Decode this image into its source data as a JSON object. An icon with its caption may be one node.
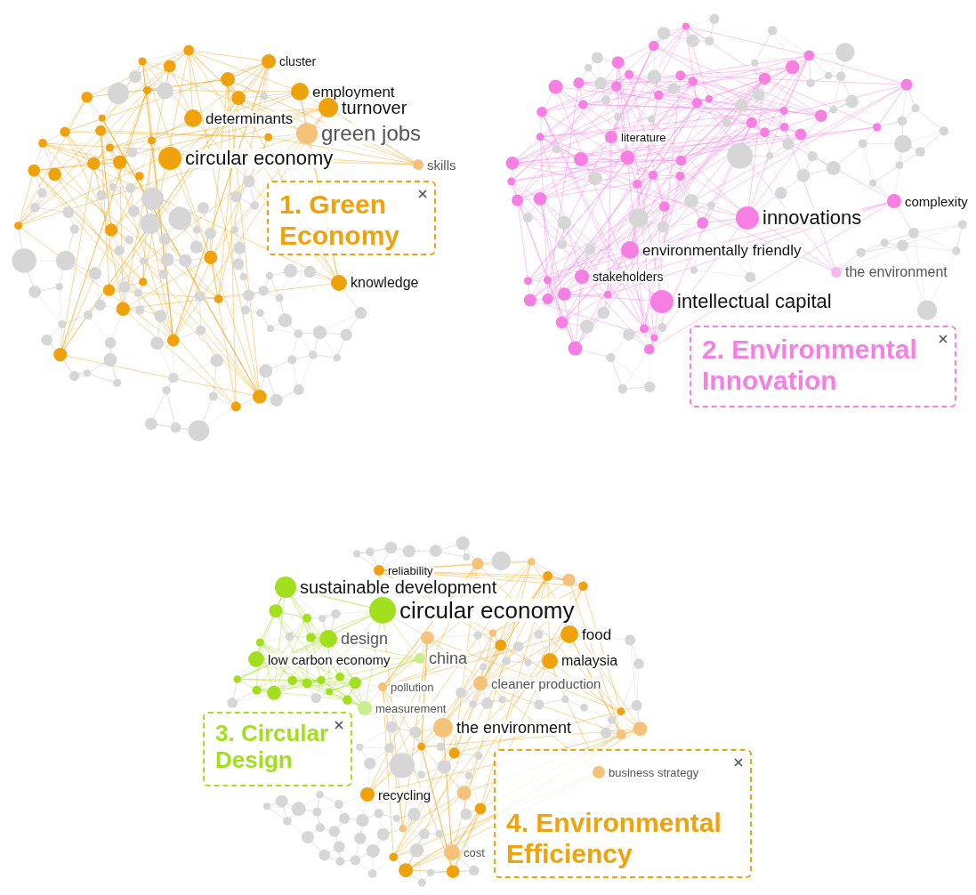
{
  "diagram": {
    "nodes": [
      {
        "text": [
          "cluster"
        ]
      },
      {
        "text": [
          "employment"
        ]
      },
      {
        "text": [
          "turnover"
        ]
      },
      {
        "text": [
          "determinants"
        ]
      },
      {
        "text": [
          "green jobs"
        ]
      },
      {
        "text": [
          "circular economy"
        ]
      },
      {
        "text": [
          "skills"
        ]
      },
      {
        "text": [
          "knowledge"
        ]
      },
      {
        "text": [
          "1. Green Economy"
        ]
      },
      {
        "text": [
          "literature"
        ]
      },
      {
        "text": [
          "innovations"
        ]
      },
      {
        "text": [
          "complexity"
        ]
      },
      {
        "text": [
          "environmentally friendly"
        ]
      },
      {
        "text": [
          "the environment"
        ]
      },
      {
        "text": [
          "stakeholders"
        ]
      },
      {
        "text": [
          "intellectual capital"
        ]
      },
      {
        "text": [
          "2. Environmental Innovation"
        ]
      },
      {
        "text": [
          "reliability"
        ]
      },
      {
        "text": [
          "sustainable development"
        ]
      },
      {
        "text": [
          "circular economy"
        ]
      },
      {
        "text": [
          "food"
        ]
      },
      {
        "text": [
          "design"
        ]
      },
      {
        "text": [
          "low carbon economy"
        ]
      },
      {
        "text": [
          "china"
        ]
      },
      {
        "text": [
          "malaysia"
        ]
      },
      {
        "text": [
          "cleaner production"
        ]
      },
      {
        "text": [
          "measurement"
        ]
      },
      {
        "text": [
          "pollution"
        ]
      },
      {
        "text": [
          "the environment"
        ]
      },
      {
        "text": [
          "3. Circular Design"
        ]
      },
      {
        "text": [
          "business strategy"
        ],
        "in": 33
      },
      {
        "text": [
          "recycling"
        ]
      },
      {
        "text": [
          "cost"
        ]
      },
      {
        "text": [
          "4. Environmental Efficiency"
        ]
      }
    ]
  }
}
